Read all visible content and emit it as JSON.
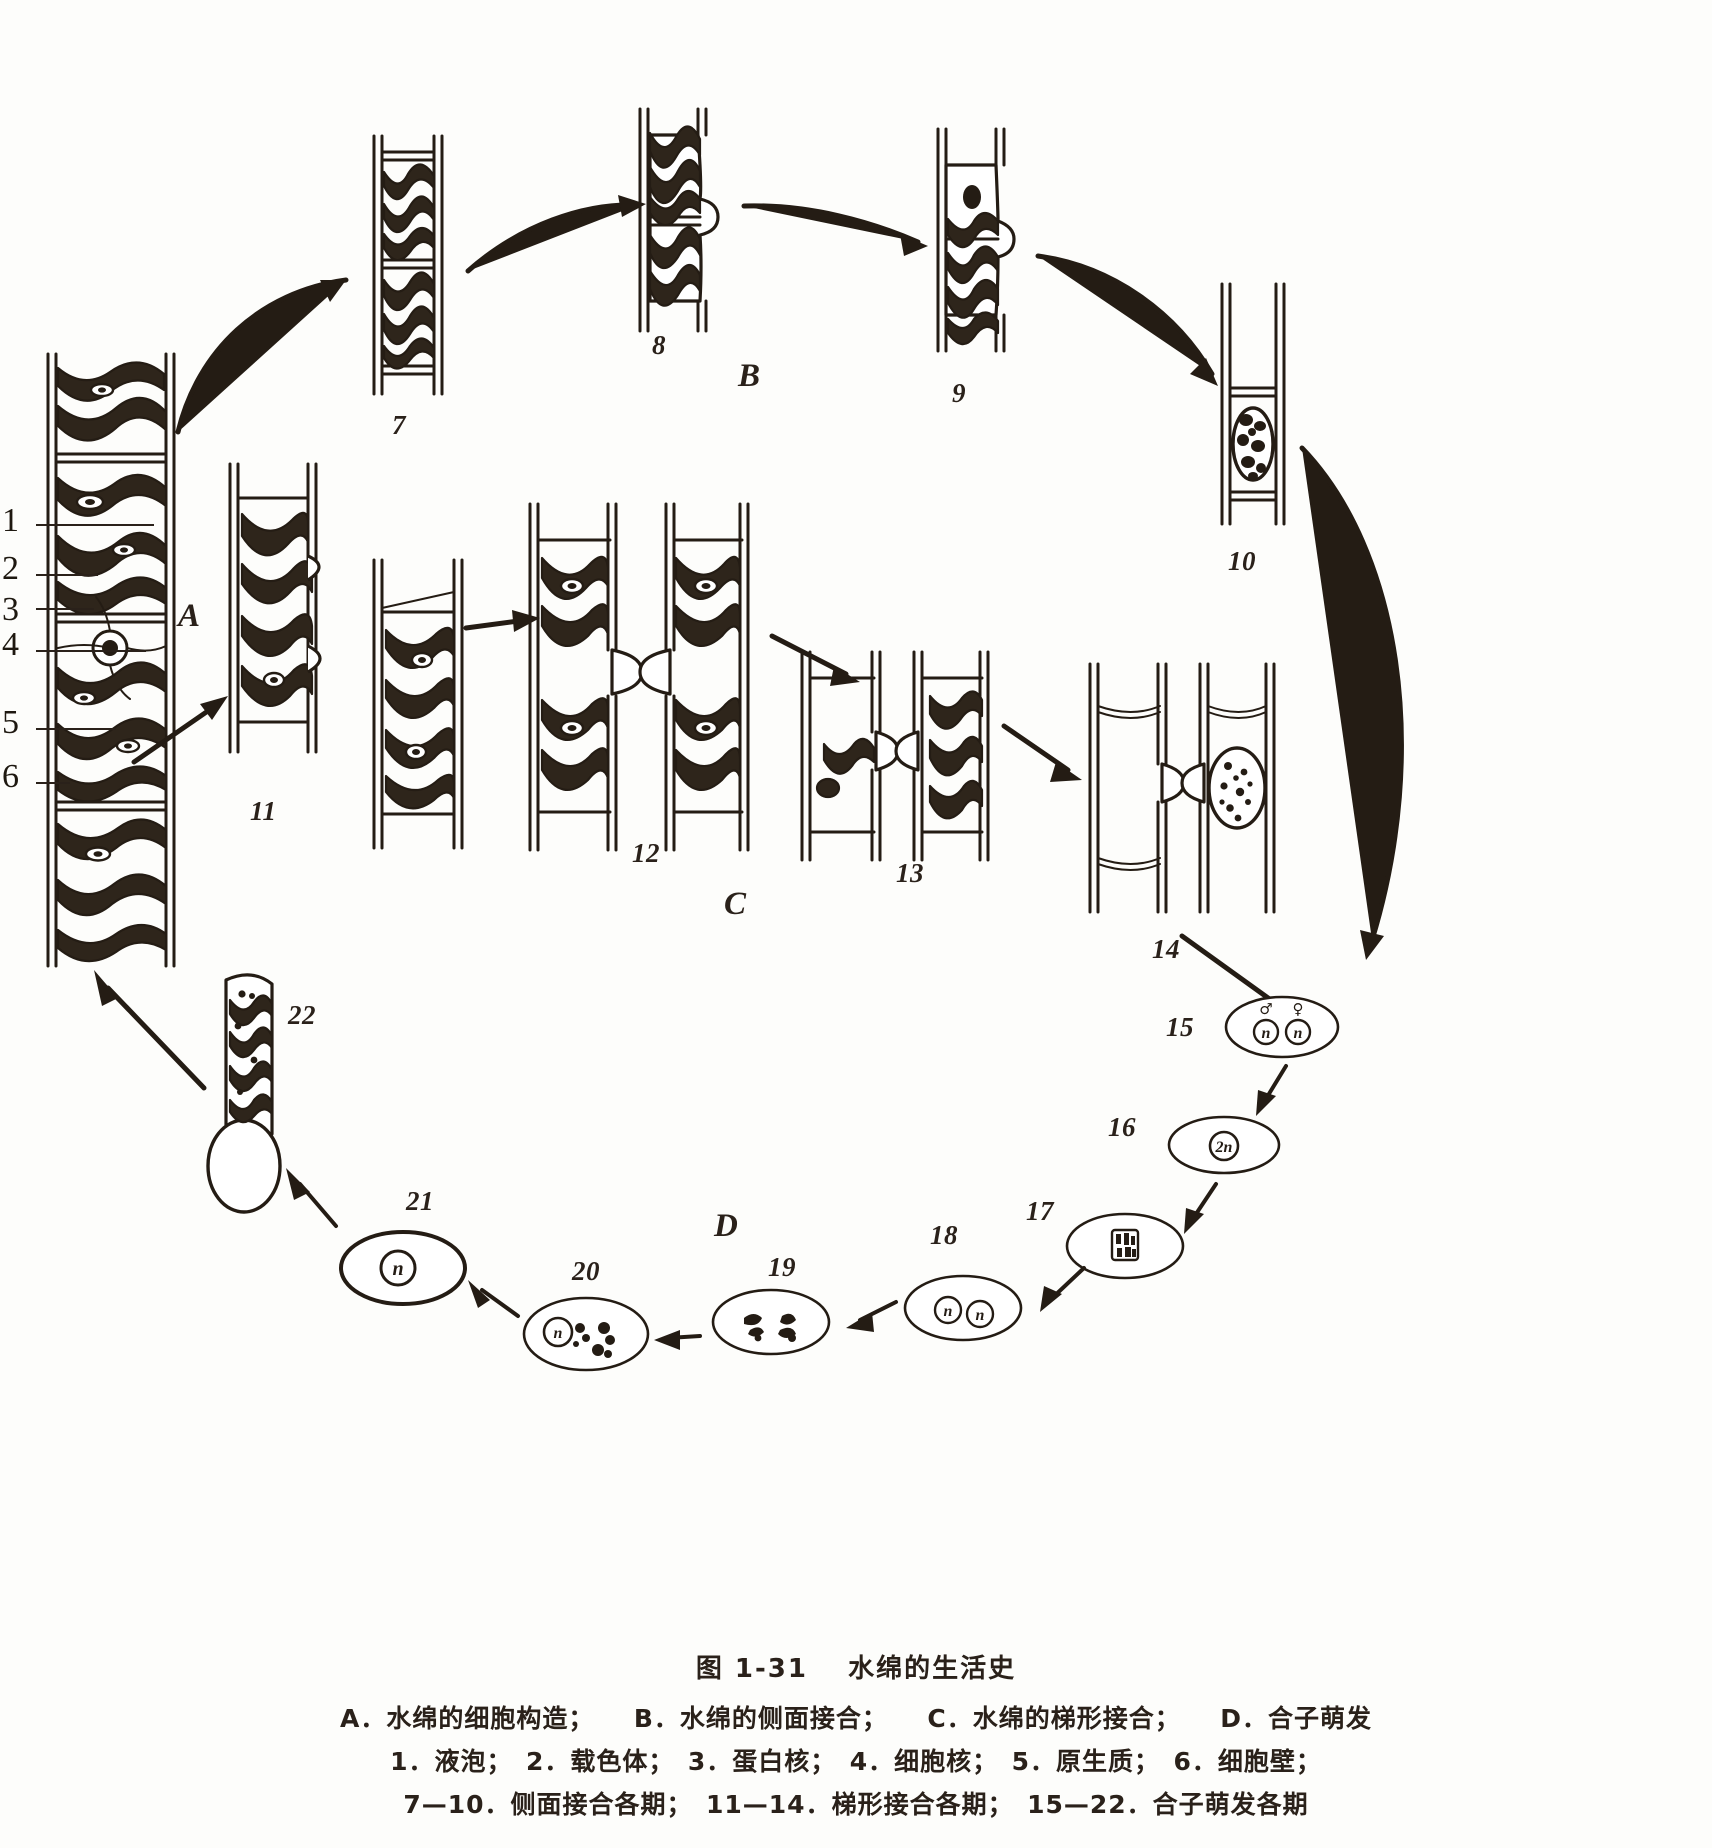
{
  "figure": {
    "title_number": "图 1-31",
    "title_text": "水绵的生活史",
    "sections": [
      {
        "key": "A",
        "label": "A",
        "caption": "A．水绵的细胞构造；"
      },
      {
        "key": "B",
        "label": "B",
        "caption": "B．水绵的侧面接合；"
      },
      {
        "key": "C",
        "label": "C",
        "caption": "C．水绵的梯形接合；"
      },
      {
        "key": "D",
        "label": "D",
        "caption": "D．合子萌发"
      }
    ],
    "cell_parts": [
      {
        "num": "1",
        "label": "液泡"
      },
      {
        "num": "2",
        "label": "载色体"
      },
      {
        "num": "3",
        "label": "蛋白核"
      },
      {
        "num": "4",
        "label": "细胞核"
      },
      {
        "num": "5",
        "label": "原生质"
      },
      {
        "num": "6",
        "label": "细胞壁"
      }
    ],
    "stage_ranges": [
      {
        "range": "7—10",
        "label": "侧面接合各期"
      },
      {
        "range": "11—14",
        "label": "梯形接合各期"
      },
      {
        "range": "15—22",
        "label": "合子萌发各期"
      }
    ],
    "stage_numbers": {
      "s7": "7",
      "s8": "8",
      "s9": "9",
      "s10": "10",
      "s11": "11",
      "s12": "12",
      "s13": "13",
      "s14": "14",
      "s15": "15",
      "s16": "16",
      "s17": "17",
      "s18": "18",
      "s19": "19",
      "s20": "20",
      "s21": "21",
      "s22": "22"
    },
    "nucleus_marks": {
      "haploid": "n",
      "diploid": "2n",
      "male_symbol": "♂",
      "female_symbol": "♀"
    },
    "caption_lines": {
      "line1": "A．水绵的细胞构造；　　B．水绵的侧面接合；　　C．水绵的梯形接合；　　D．合子萌发",
      "line2": "1．液泡；　2．载色体；　3．蛋白核；　4．细胞核；　5．原生质；　6．细胞壁；",
      "line3": "7—10．侧面接合各期；　11—14．梯形接合各期；　15—22．合子萌发各期"
    }
  },
  "colors": {
    "ink": "#241c14",
    "paper": "#fdfdfb",
    "chloroplast": "#2e251b"
  }
}
